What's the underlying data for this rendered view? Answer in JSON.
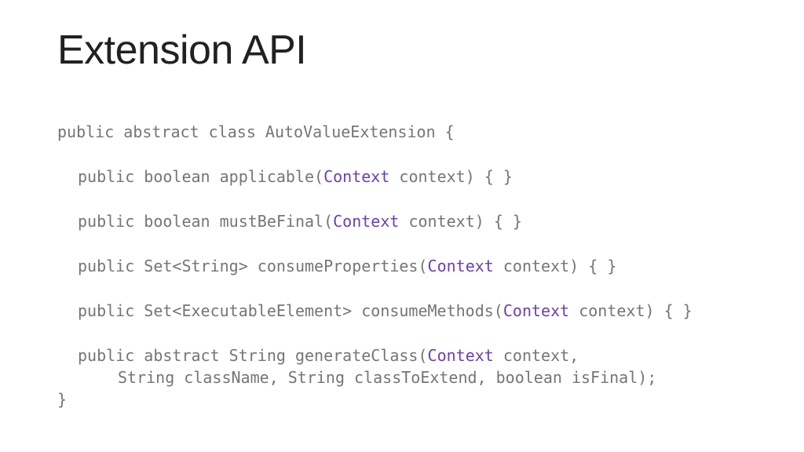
{
  "slide": {
    "title": "Extension API"
  },
  "code": {
    "class_decl": "public abstract class AutoValueExtension {",
    "methods": [
      {
        "prefix": "public boolean applicable(",
        "type": "Context",
        "suffix": " context) { }"
      },
      {
        "prefix": "public boolean mustBeFinal(",
        "type": "Context",
        "suffix": " context) { }"
      },
      {
        "prefix": "public Set<String> consumeProperties(",
        "type": "Context",
        "suffix": " context) { }"
      },
      {
        "prefix": "public Set<ExecutableElement> consumeMethods(",
        "type": "Context",
        "suffix": " context) { }"
      },
      {
        "prefix": "public abstract String generateClass(",
        "type": "Context",
        "suffix": " context,"
      }
    ],
    "continuation": "String className, String classToExtend, boolean isFinal);",
    "closing_brace": "}"
  },
  "colors": {
    "title": "#212121",
    "code_text": "#757575",
    "type_highlight": "#6a3fb5",
    "background": "#ffffff"
  }
}
